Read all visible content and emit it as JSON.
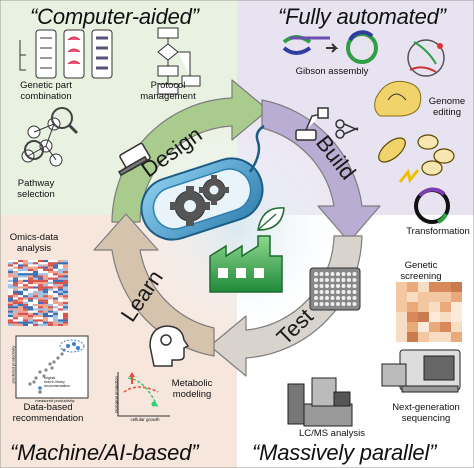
{
  "quadrant_titles": {
    "top_left": "“Computer-aided”",
    "top_right": "“Fully automated”",
    "bottom_left": "“Machine/AI-based”",
    "bottom_right": "“Massively parallel”"
  },
  "cycle_stages": {
    "design": "Design",
    "build": "Build",
    "test": "Test",
    "learn": "Learn"
  },
  "design_items": {
    "genetic_part_line1": "Genetic part",
    "genetic_part_line2": "combination",
    "protocol_line1": "Protocol",
    "protocol_line2": "management",
    "pathway_line1": "Pathway",
    "pathway_line2": "selection"
  },
  "build_items": {
    "gibson": "Gibson assembly",
    "genome_line1": "Genome",
    "genome_line2": "editing",
    "transformation": "Transformation"
  },
  "test_items": {
    "screening_line1": "Genetic",
    "screening_line2": "screening",
    "lcms": "LC/MS analysis",
    "ngs_line1": "Next-generation",
    "ngs_line2": "sequencing"
  },
  "learn_items": {
    "omics_line1": "Omics-data",
    "omics_line2": "analysis",
    "data_rec_line1": "Data-based",
    "data_rec_line2": "recommendation",
    "metabolic_line1": "Metabolic",
    "metabolic_line2": "modeling",
    "scatter_xlabel": "measured productivity",
    "scatter_ylabel": "predicted productivity",
    "legend_original": "original",
    "legend_best": "best in library",
    "legend_rec": "recommendation",
    "model_xlabel": "cellular growth",
    "model_ylabel": "biological production"
  },
  "colors": {
    "design_bg": "#e9f1e0",
    "build_bg": "#e8e3f1",
    "learn_bg": "#f6e6dc",
    "test_bg": "#ffffff",
    "design_arrow": "#a9cc8e",
    "build_arrow": "#b9add3",
    "test_arrow": "#d8d3cc",
    "learn_arrow": "#d6c3ae",
    "cell_blue": "#4fa3cf",
    "factory_green": "#4caf50"
  }
}
